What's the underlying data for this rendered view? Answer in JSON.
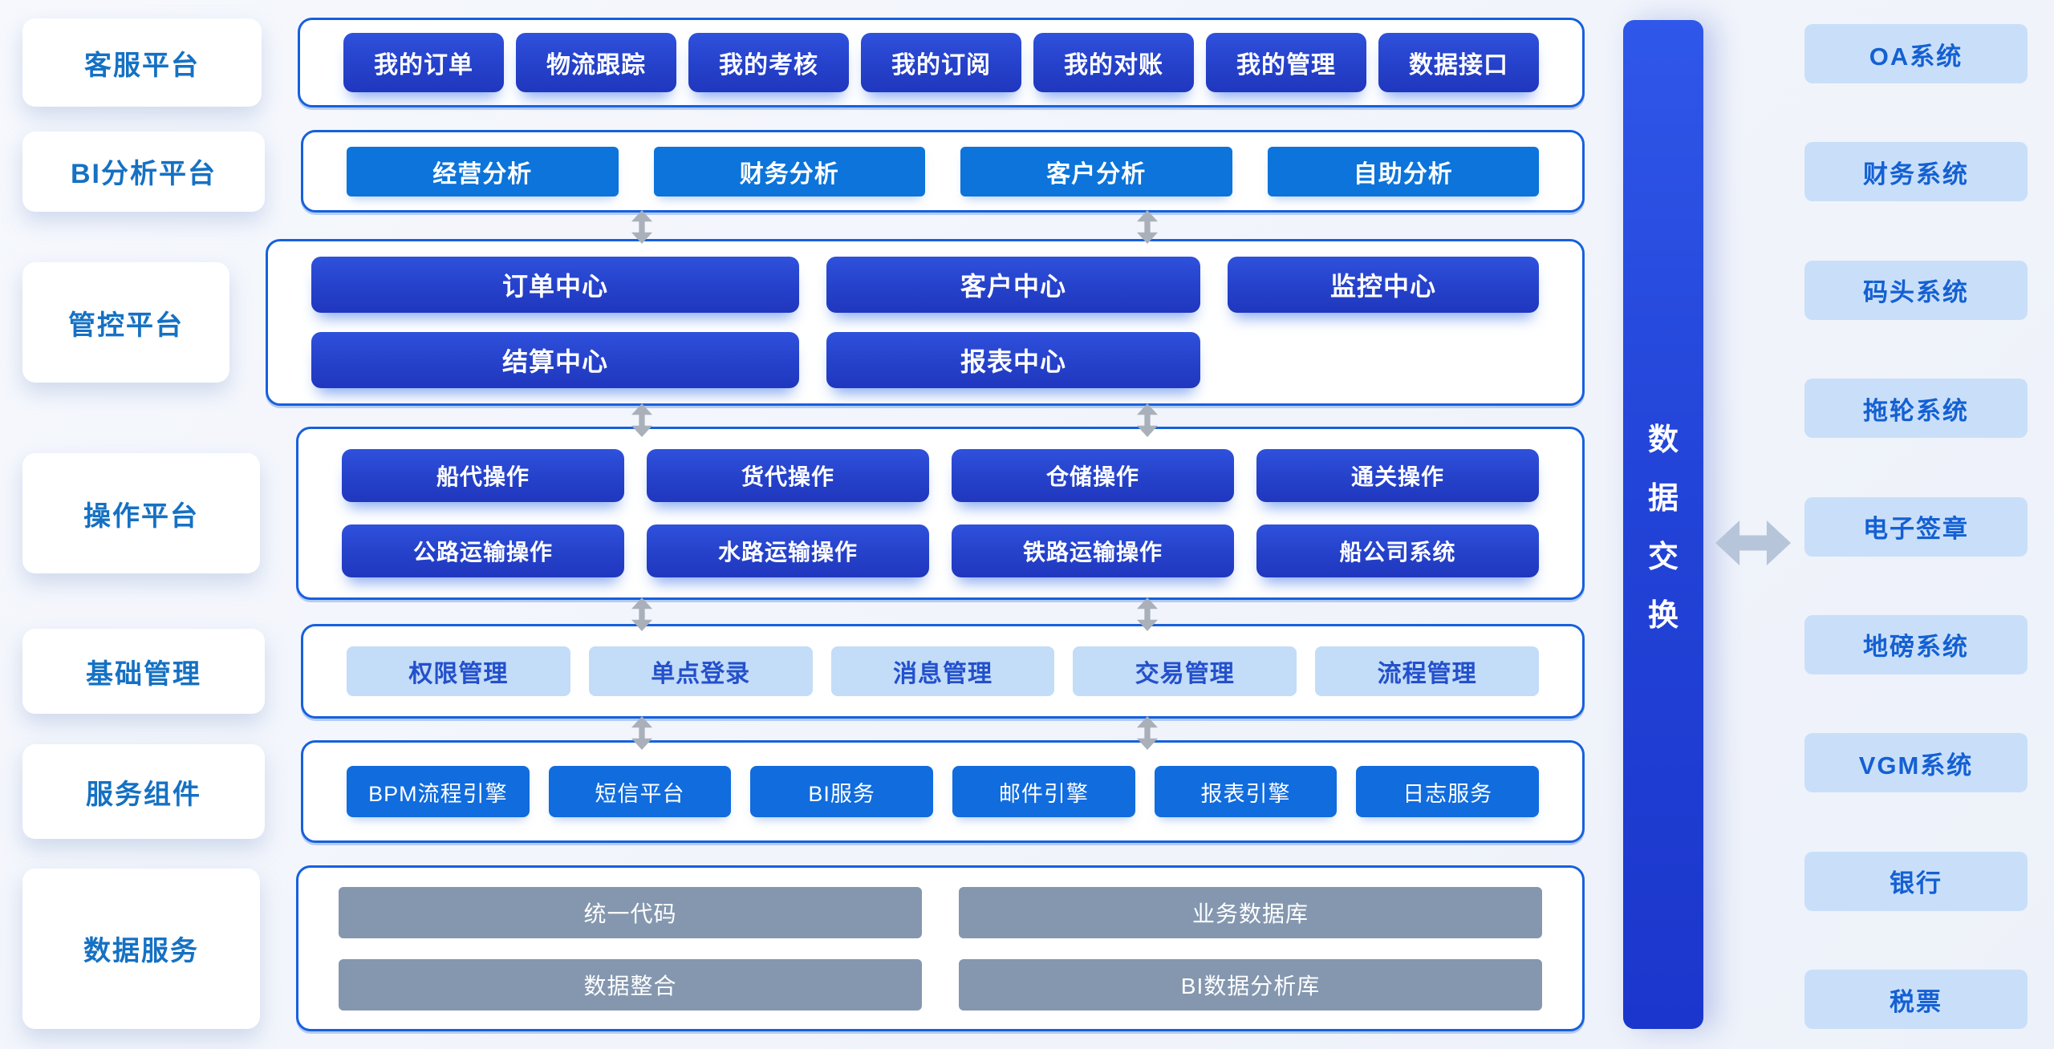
{
  "sidebar": {
    "items": [
      {
        "label": "客服平台"
      },
      {
        "label": "BI分析平台"
      },
      {
        "label": "管控平台"
      },
      {
        "label": "操作平台"
      },
      {
        "label": "基础管理"
      },
      {
        "label": "服务组件"
      },
      {
        "label": "数据服务"
      }
    ]
  },
  "sections": [
    {
      "id": "customer-service-platform",
      "buttons": [
        "我的订单",
        "物流跟踪",
        "我的考核",
        "我的订阅",
        "我的对账",
        "我的管理",
        "数据接口"
      ]
    },
    {
      "id": "bi-analysis-platform",
      "buttons": [
        "经营分析",
        "财务分析",
        "客户分析",
        "自助分析"
      ]
    },
    {
      "id": "control-platform",
      "rows": [
        [
          "订单中心",
          "客户中心",
          "监控中心"
        ],
        [
          "结算中心",
          "报表中心"
        ]
      ]
    },
    {
      "id": "operation-platform",
      "rows": [
        [
          "船代操作",
          "货代操作",
          "仓储操作",
          "通关操作"
        ],
        [
          "公路运输操作",
          "水路运输操作",
          "铁路运输操作",
          "船公司系统"
        ]
      ]
    },
    {
      "id": "basic-management",
      "buttons": [
        "权限管理",
        "单点登录",
        "消息管理",
        "交易管理",
        "流程管理"
      ]
    },
    {
      "id": "service-components",
      "buttons": [
        "BPM流程引擎",
        "短信平台",
        "BI服务",
        "邮件引擎",
        "报表引擎",
        "日志服务"
      ]
    },
    {
      "id": "data-services",
      "rows": [
        [
          "统一代码",
          "业务数据库"
        ],
        [
          "数据整合",
          "BI数据分析库"
        ]
      ]
    }
  ],
  "exchange_bar": {
    "label": "数据交换",
    "chars": [
      "数",
      "据",
      "交",
      "换"
    ]
  },
  "external_systems": [
    "OA系统",
    "财务系统",
    "码头系统",
    "拖轮系统",
    "电子签章",
    "地磅系统",
    "VGM系统",
    "银行",
    "税票"
  ],
  "colors": {
    "dark_module_blue": "#2541CA",
    "bi_module_blue": "#0C74DA",
    "light_module_blue": "#C3DCF8",
    "component_blue": "#116CDE",
    "data_gray": "#8497AF",
    "section_border_blue": "#1660DD",
    "sidebar_text_blue": "#1571C3",
    "exchange_bar_blue": "#2344D8",
    "external_card_blue": "#C9DFF9",
    "arrow_gray": "#A9B0BA"
  }
}
